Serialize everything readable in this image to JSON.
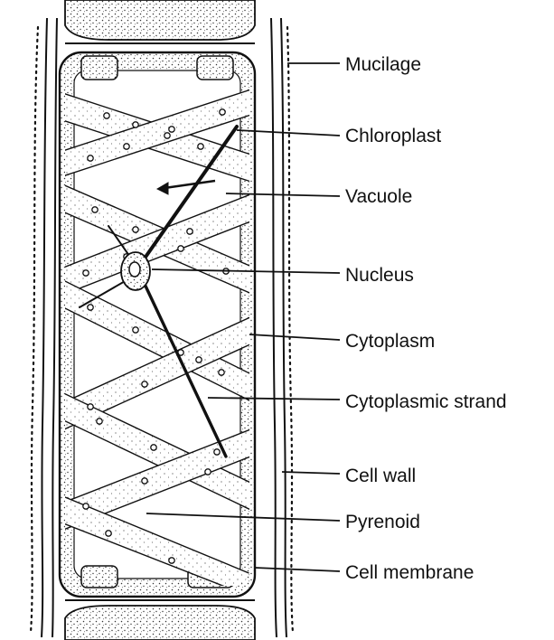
{
  "diagram": {
    "labels": {
      "mucilage": "Mucilage",
      "chloroplast": "Chloroplast",
      "vacuole": "Vacuole",
      "nucleus": "Nucleus",
      "cytoplasm": "Cytoplasm",
      "cytoplasmic_strand": "Cytoplasmic strand",
      "cell_wall": "Cell wall",
      "pyrenoid": "Pyrenoid",
      "cell_membrane": "Cell membrane"
    }
  },
  "colors": {
    "ink": "#111111",
    "paper": "#ffffff",
    "stipple": "#333333"
  }
}
